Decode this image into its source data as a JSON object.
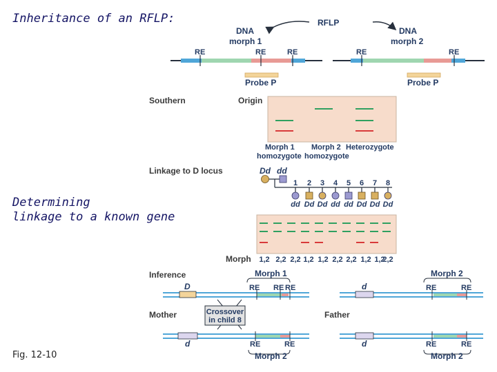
{
  "title": "Inheritance of an RFLP:",
  "subtitle_line1": "Determining",
  "subtitle_line2": "linkage to a known gene",
  "figure_label": "Fig. 12-10",
  "labels": {
    "rflp": "RFLP",
    "dna": "DNA",
    "morph1": "morph 1",
    "morph2": "morph 2",
    "re": "RE",
    "probe": "Probe P",
    "southern": "Southern",
    "origin": "Origin",
    "morph1_hz": "Morph 1",
    "morph2_hz": "Morph 2",
    "heterozygote": "Heterozygote",
    "homozygote": "homozygote",
    "linkage": "Linkage to D locus",
    "mother_geno": "Dd",
    "father_geno": "dd",
    "morph_row": "Morph",
    "inference": "Inference",
    "Morph1": "Morph 1",
    "Morph2": "Morph 2",
    "mother": "Mother",
    "father": "Father",
    "crossover1": "Crossover",
    "crossover2": "in child 8",
    "D": "D",
    "d": "d"
  },
  "children": [
    "1",
    "2",
    "3",
    "4",
    "5",
    "6",
    "7",
    "8"
  ],
  "child_genotypes": [
    "dd",
    "Dd",
    "Dd",
    "dd",
    "dd",
    "Dd",
    "Dd",
    "Dd"
  ],
  "morph_types": [
    "1,2",
    "2,2",
    "2,2",
    "1,2",
    "1,2",
    "2,2",
    "2,2",
    "1,2",
    "1,2",
    "2,2"
  ],
  "colors": {
    "dna_line": "#27303d",
    "blue_seg": "#4fa6d8",
    "green_seg": "#9fd6b0",
    "red_seg": "#e89a95",
    "probe": "#f3d49a",
    "gel": "#f7dccb",
    "band_green": "#2fa060",
    "band_red": "#d83a3a",
    "female": "#d8b060",
    "male": "#9c9ad0",
    "text": "#233a62"
  }
}
